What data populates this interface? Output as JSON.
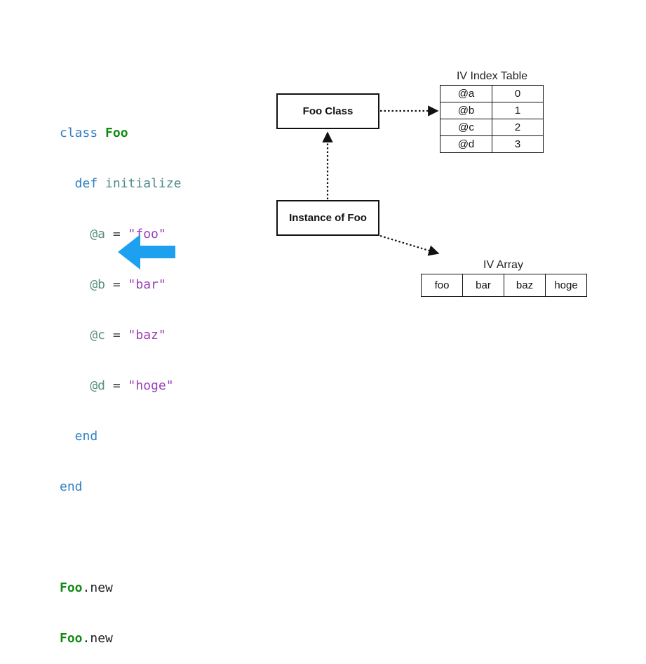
{
  "code": {
    "lines": [
      [
        {
          "t": "class ",
          "c": "kw"
        },
        {
          "t": "Foo",
          "c": "cls"
        }
      ],
      [
        {
          "t": "  def ",
          "c": "kw"
        },
        {
          "t": "initialize",
          "c": "mth"
        }
      ],
      [
        {
          "t": "    @a",
          "c": "ivar"
        },
        {
          "t": " = ",
          "c": "op"
        },
        {
          "t": "\"foo\"",
          "c": "str"
        }
      ],
      [
        {
          "t": "    @b",
          "c": "ivar"
        },
        {
          "t": " = ",
          "c": "op"
        },
        {
          "t": "\"bar\"",
          "c": "str"
        }
      ],
      [
        {
          "t": "    @c",
          "c": "ivar"
        },
        {
          "t": " = ",
          "c": "op"
        },
        {
          "t": "\"baz\"",
          "c": "str"
        }
      ],
      [
        {
          "t": "    @d",
          "c": "ivar"
        },
        {
          "t": " = ",
          "c": "op"
        },
        {
          "t": "\"hoge\"",
          "c": "str"
        }
      ],
      [
        {
          "t": "  end",
          "c": "kw"
        }
      ],
      [
        {
          "t": "end",
          "c": "kw"
        }
      ],
      [],
      [
        {
          "t": "Foo",
          "c": "cls"
        },
        {
          "t": ".new",
          "c": "call"
        }
      ],
      [
        {
          "t": "Foo",
          "c": "cls"
        },
        {
          "t": ".new",
          "c": "call"
        }
      ]
    ],
    "pointer_arrow_color": "#1ea0f0",
    "pointer_arrow_icon": "left-arrow-icon"
  },
  "diagram": {
    "foo_class_label": "Foo Class",
    "instance_label": "Instance of Foo",
    "iv_index_table": {
      "title": "IV Index Table",
      "rows": [
        {
          "name": "@a",
          "index": "0"
        },
        {
          "name": "@b",
          "index": "1"
        },
        {
          "name": "@c",
          "index": "2"
        },
        {
          "name": "@d",
          "index": "3"
        }
      ]
    },
    "iv_array": {
      "title": "IV Array",
      "values": [
        "foo",
        "bar",
        "baz",
        "hoge"
      ]
    }
  }
}
